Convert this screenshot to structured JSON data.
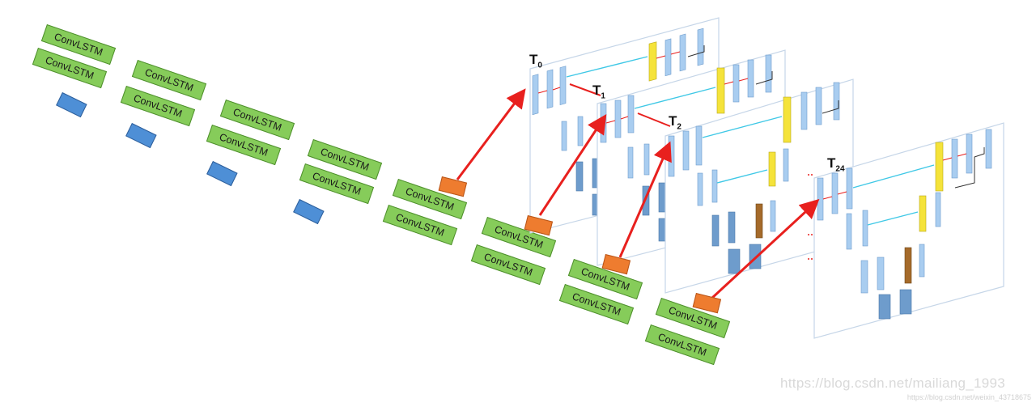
{
  "block_label": "ConvLSTM",
  "time_labels": [
    {
      "main": "T",
      "sub": "0"
    },
    {
      "main": "T",
      "sub": "1"
    },
    {
      "main": "T",
      "sub": "2"
    },
    {
      "main": "T",
      "sub": "24"
    }
  ],
  "watermark": "https://blog.csdn.net/mailiang_1993",
  "watermark_small": "https://blog.csdn.net/weixin_43718675",
  "colors": {
    "convlstm_fill": "#86cc5a",
    "input_fill": "#4e8fd6",
    "token_fill": "#ee7c2f",
    "arrow": "#e8201e",
    "layer_blue": "#a9cdf0",
    "layer_yellow": "#f5e33a",
    "layer_brown": "#a56a2a",
    "skip_cyan": "#3fc8e6"
  }
}
